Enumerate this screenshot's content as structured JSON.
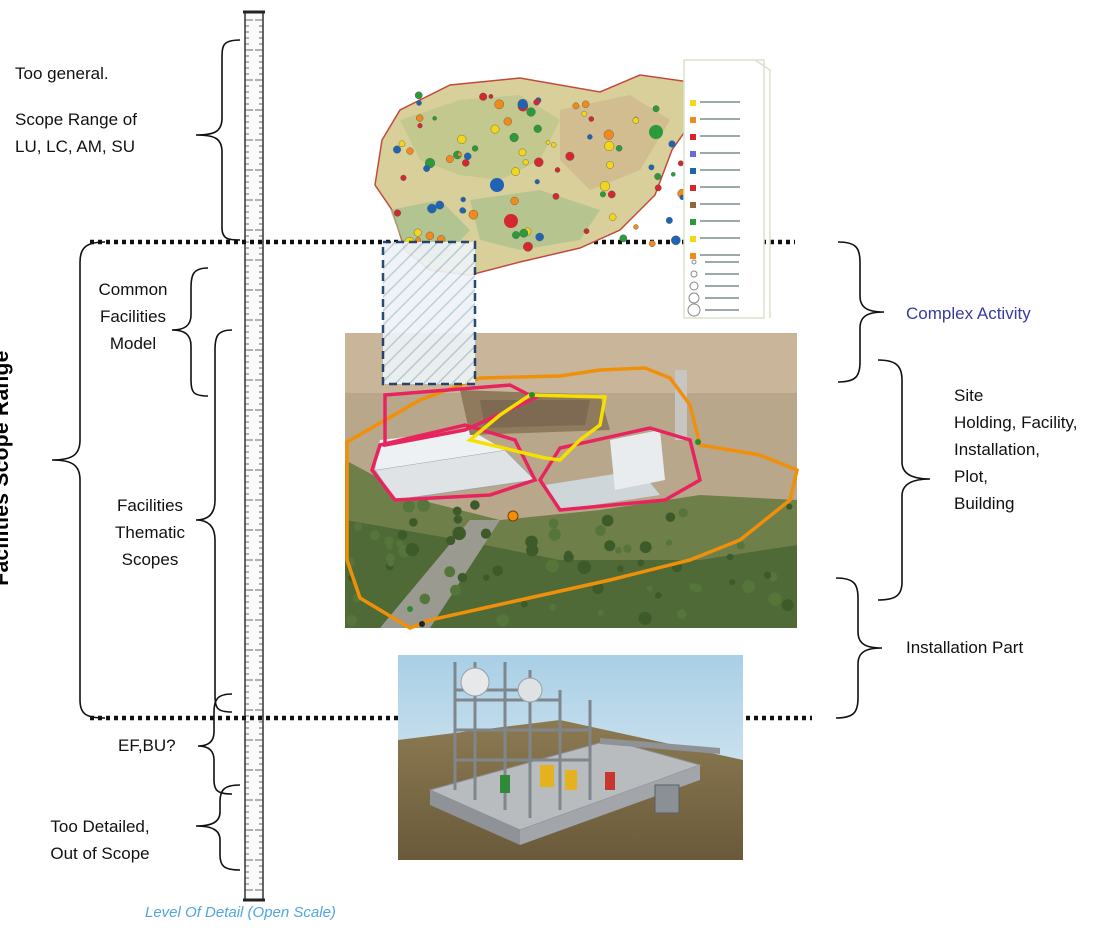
{
  "diagram_title": "Facilities Scope Range",
  "left_labels": {
    "too_general": "Too general.",
    "scope_range": [
      "Scope Range of",
      "LU, LC, AM, SU"
    ],
    "common_model": [
      "Common",
      "Facilities",
      "Model"
    ],
    "thematic_scopes": [
      "Facilities",
      "Thematic",
      "Scopes"
    ],
    "ef_bu": "EF,BU?",
    "too_detailed": [
      "Too Detailed,",
      "Out of Scope"
    ]
  },
  "right_labels": {
    "complex_activity": "Complex Activity",
    "site_items": [
      "Site",
      "Holding, Facility,",
      "Installation,",
      "Plot,",
      "Building"
    ],
    "installation_part": "Installation Part"
  },
  "scale_caption": "Level Of Detail (Open Scale)",
  "colors": {
    "complex_activity_text": "#3a3aa0",
    "caption_text": "#4fa6e0",
    "site_outline": "#f0900a",
    "building_outline": "#e8245e",
    "plot_outline": "#f5e000",
    "hatch_box": "#1a3a6a"
  },
  "icons": {
    "map": "map-illustration",
    "aerial": "aerial-photo-illustration",
    "plant": "plant-3d-illustration",
    "ruler": "ruler-scale"
  }
}
